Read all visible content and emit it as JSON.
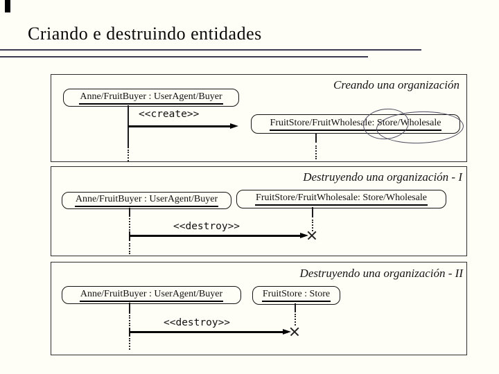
{
  "slide": {
    "title": "Criando e destruindo entidades"
  },
  "panels": [
    {
      "title": "Creando una organización",
      "left_object": "Anne/FruitBuyer : UserAgent/Buyer",
      "right_object": "FruitStore/FruitWholesale: Store/Wholesale",
      "message": "<<create>>"
    },
    {
      "title": "Destruyendo una organización - I",
      "left_object": "Anne/FruitBuyer : UserAgent/Buyer",
      "right_object": "FruitStore/FruitWholesale: Store/Wholesale",
      "message": "<<destroy>>"
    },
    {
      "title": "Destruyendo una organización - II",
      "left_object": "Anne/FruitBuyer : UserAgent/Buyer",
      "right_object": "FruitStore : Store",
      "message": "<<destroy>>"
    }
  ],
  "icons": {
    "message_arrowhead": "filled-right-triangle",
    "destroy_marker": "x-cross",
    "annotation": "hand-drawn-ellipse"
  },
  "colors": {
    "background": "#FFFEF6",
    "ink": "#111111",
    "title_rule": "#3B3B4F",
    "annotation_ellipse": "#4A4A5E"
  }
}
